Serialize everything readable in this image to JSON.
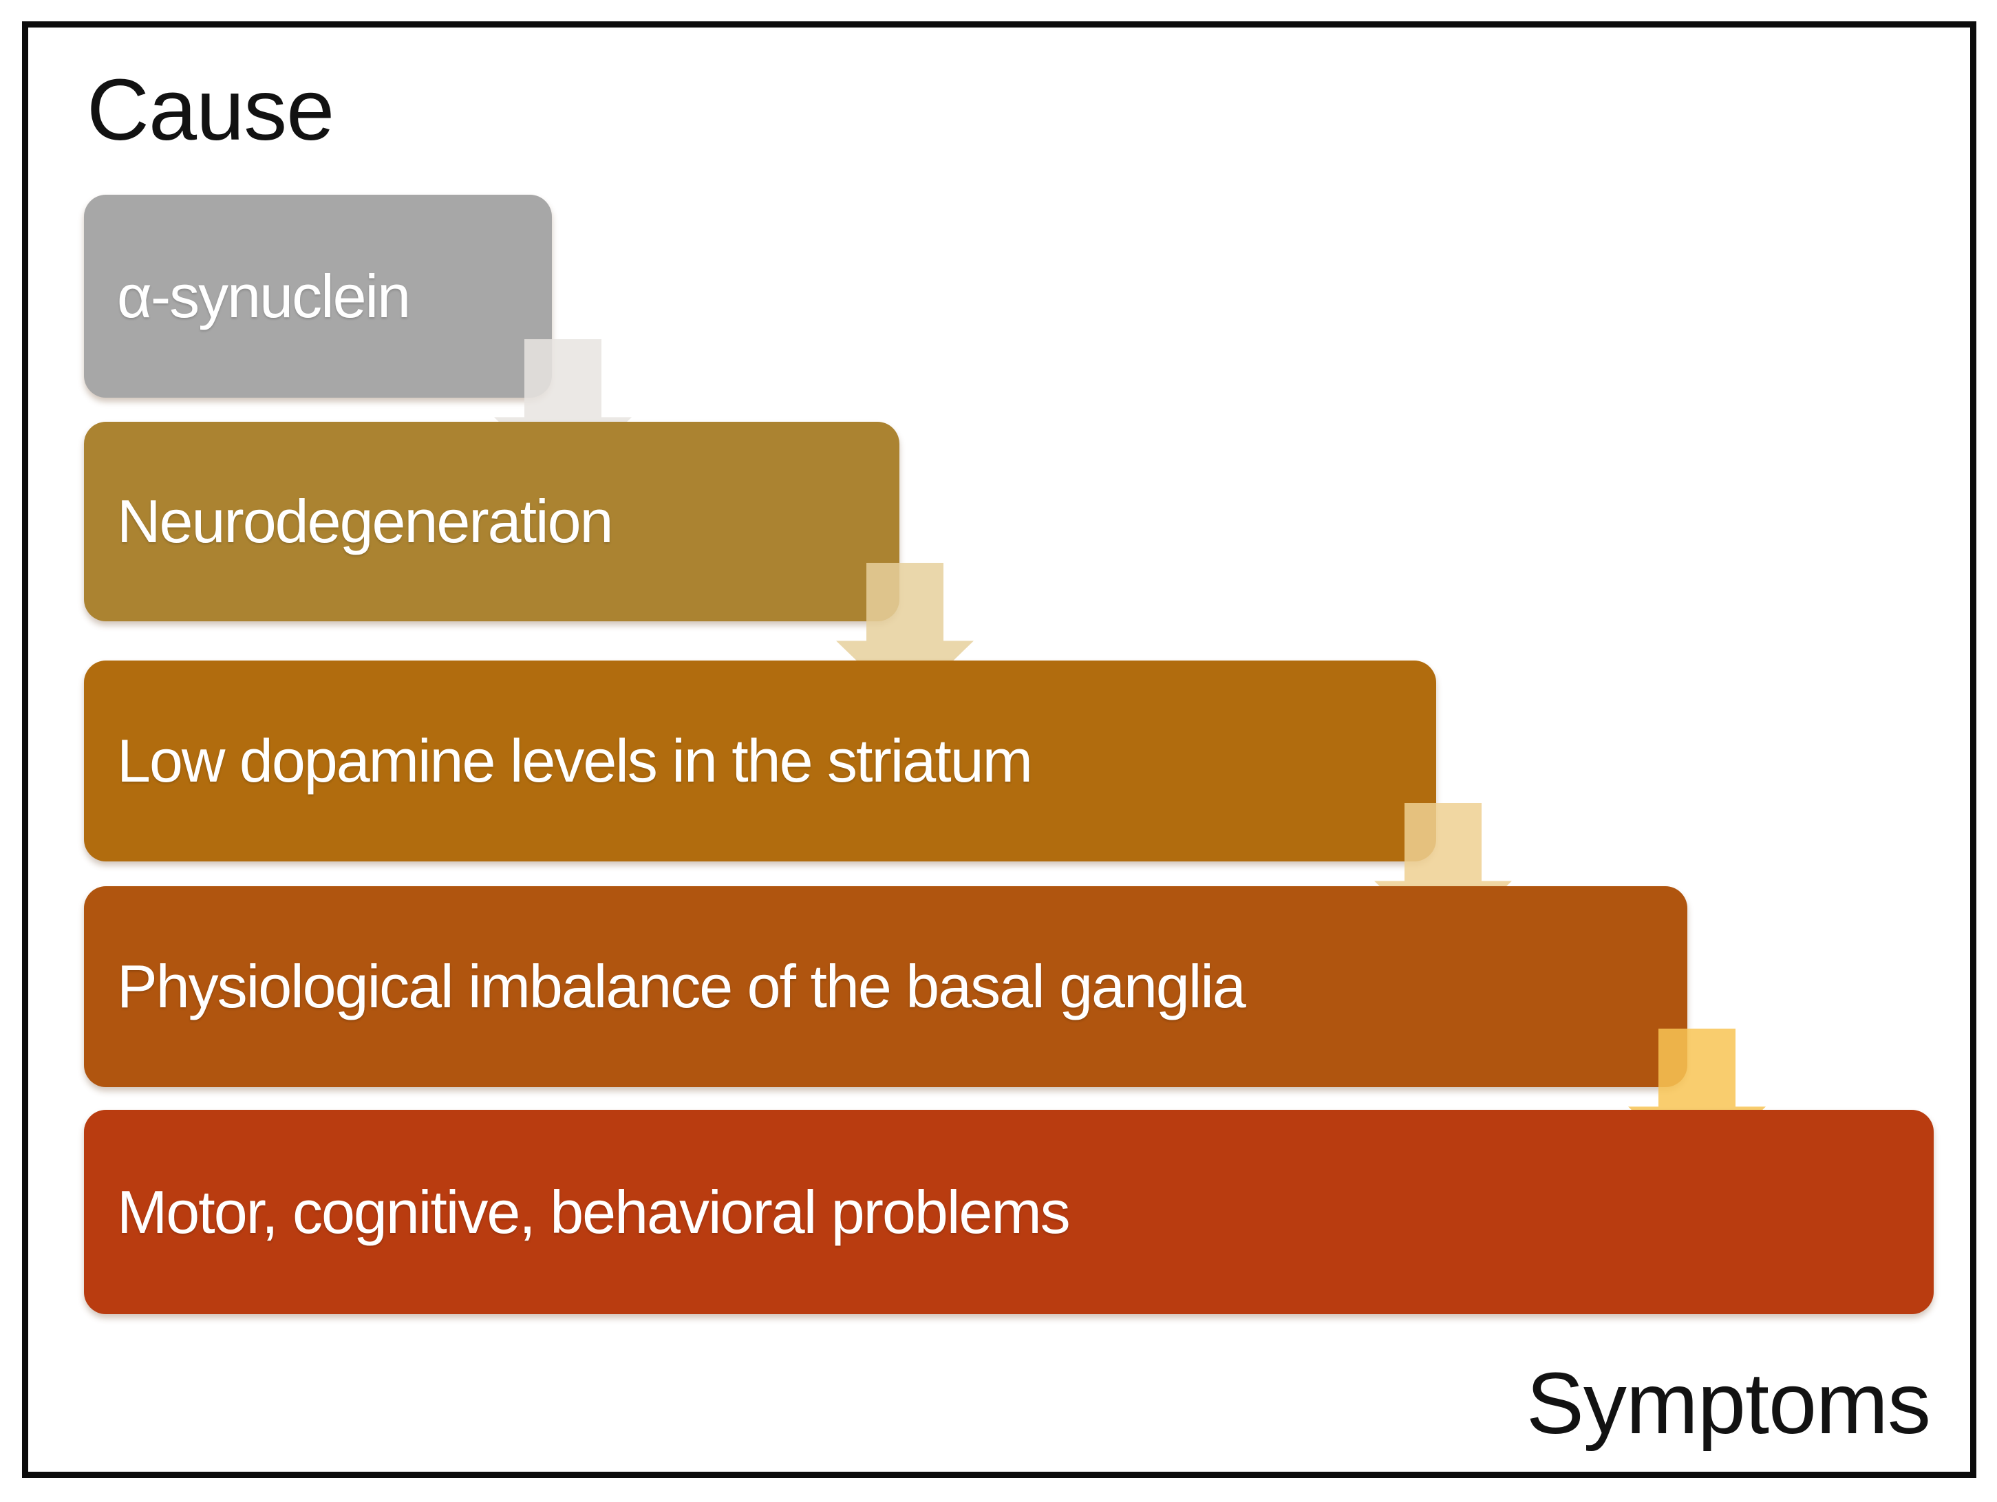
{
  "diagram": {
    "title": "Cause",
    "footer": "Symptoms",
    "text_color": "#ffffff",
    "frame_border_color": "#0c0c0c",
    "steps": [
      {
        "label": "α-synuclein",
        "color": "#a7a7a7"
      },
      {
        "label": "Neurodegeneration",
        "color": "#ab8331"
      },
      {
        "label": "Low dopamine levels in the striatum",
        "color": "#b16c0e"
      },
      {
        "label": "Physiological imbalance of the basal ganglia",
        "color": "#b0550f"
      },
      {
        "label": "Motor, cognitive, behavioral problems",
        "color": "#b93c10"
      }
    ],
    "arrows": [
      {
        "name": "arrow-1",
        "color": "#e7e4e0"
      },
      {
        "name": "arrow-2",
        "color": "#e6d09c"
      },
      {
        "name": "arrow-3",
        "color": "#eed092"
      },
      {
        "name": "arrow-4",
        "color": "#f8c455"
      }
    ]
  }
}
